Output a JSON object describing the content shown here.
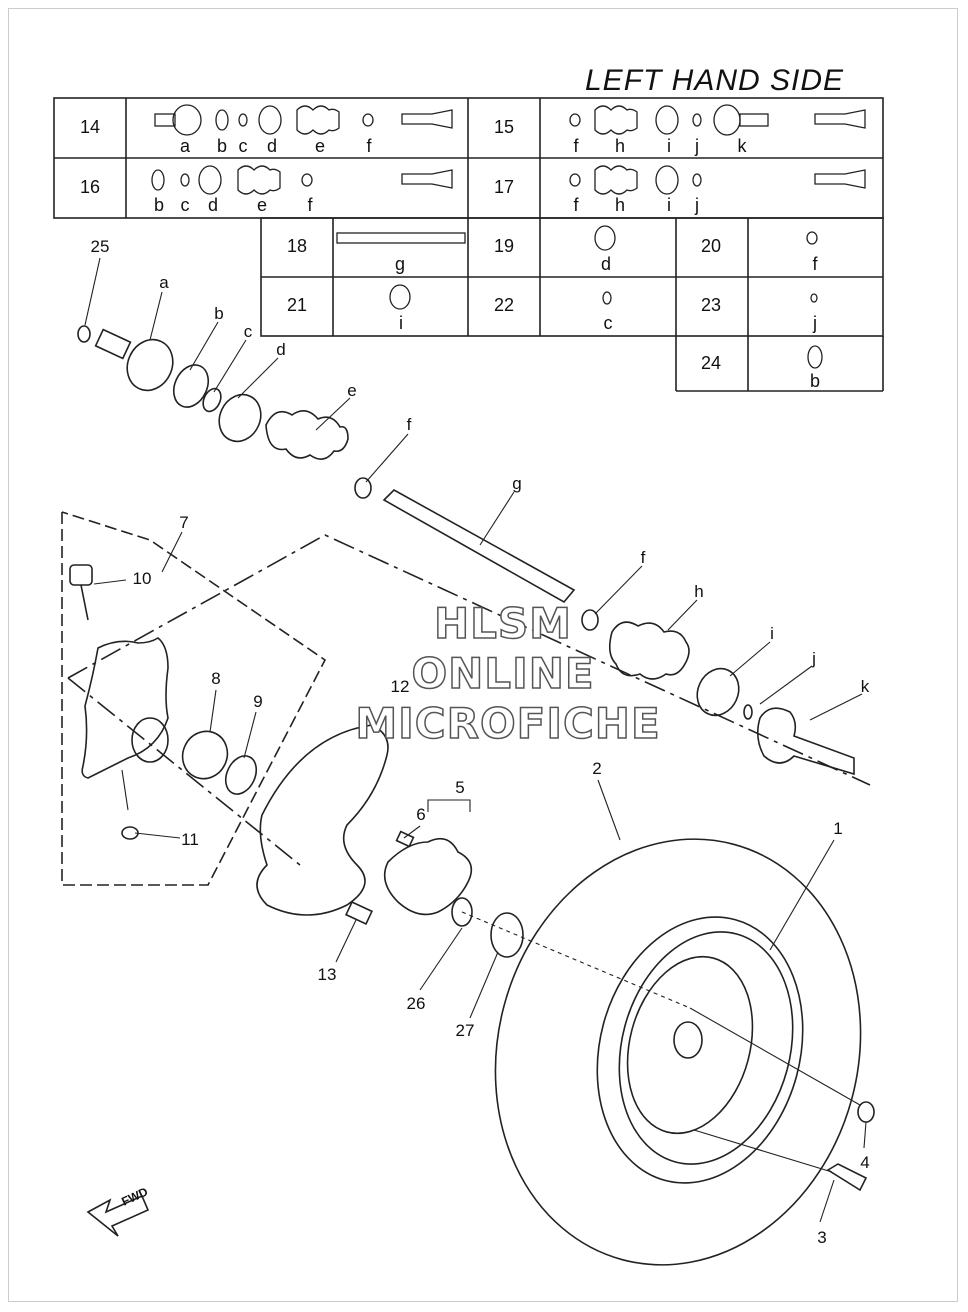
{
  "title": "LEFT HAND SIDE",
  "kit_table": [
    {
      "num": "14",
      "letters": [
        "a",
        "b",
        "c",
        "d",
        "e",
        "f"
      ]
    },
    {
      "num": "15",
      "letters": [
        "f",
        "h",
        "i",
        "j",
        "k"
      ]
    },
    {
      "num": "16",
      "letters": [
        "b",
        "c",
        "d",
        "e",
        "f"
      ]
    },
    {
      "num": "17",
      "letters": [
        "f",
        "h",
        "i",
        "j"
      ]
    },
    {
      "num": "18",
      "letters": [
        "g"
      ]
    },
    {
      "num": "19",
      "letters": [
        "d"
      ]
    },
    {
      "num": "20",
      "letters": [
        "f"
      ]
    },
    {
      "num": "21",
      "letters": [
        "i"
      ]
    },
    {
      "num": "22",
      "letters": [
        "c"
      ]
    },
    {
      "num": "23",
      "letters": [
        "j"
      ]
    },
    {
      "num": "24",
      "letters": [
        "b"
      ]
    }
  ],
  "callouts": {
    "n1": "1",
    "n2": "2",
    "n3": "3",
    "n4": "4",
    "n5": "5",
    "n6": "6",
    "n7": "7",
    "n8": "8",
    "n9": "9",
    "n10": "10",
    "n11": "11",
    "n12": "12",
    "n13": "13",
    "n25": "25",
    "n26": "26",
    "n27": "27",
    "a": "a",
    "b": "b",
    "c": "c",
    "d": "d",
    "e": "e",
    "f1": "f",
    "f2": "f",
    "g": "g",
    "h": "h",
    "i": "i",
    "j": "j",
    "k": "k"
  },
  "watermark": [
    "HLSM",
    "ONLINE",
    "MICROFICHE"
  ],
  "fwd_label": "FWD"
}
